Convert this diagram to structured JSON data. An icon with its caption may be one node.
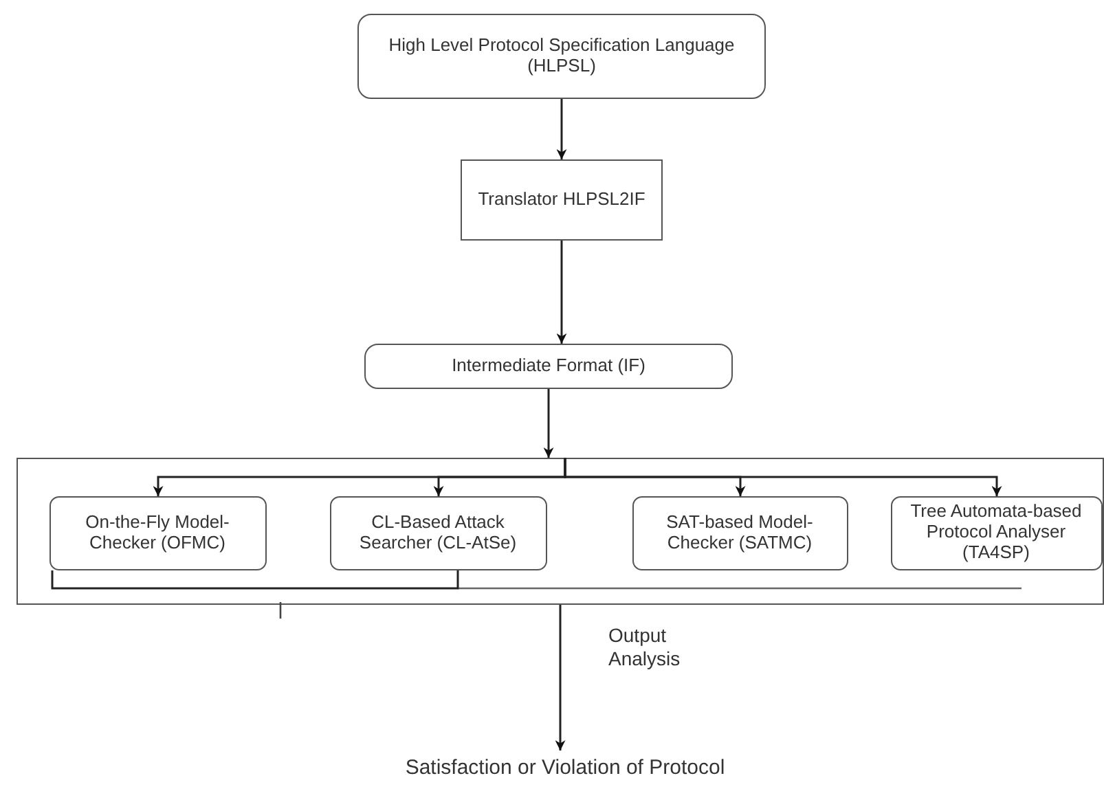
{
  "diagram": {
    "nodes": [
      {
        "text": [
          "High Level Protocol Specification Language (HLPSL)"
        ]
      },
      {
        "text": [
          "Translator HLPSL2IF"
        ]
      },
      {
        "text": [
          "Intermediate Format (IF)"
        ]
      },
      {
        "text": [],
        "shape": "box"
      },
      {
        "text": [
          "On-the-Fly Model-Checker (OFMC)"
        ],
        "in": 3
      },
      {
        "text": [
          "CL-Based Attack Searcher (CL-AtSe)"
        ],
        "in": 3
      },
      {
        "text": [
          "SAT-based Model-Checker (SATMC)"
        ],
        "in": 3
      },
      {
        "text": [
          "Tree Automata-based Protocol Analyser (TA4SP)"
        ],
        "in": 3
      },
      {
        "text": [
          "Satisfaction or Violation of Protocol"
        ]
      }
    ],
    "edges": [
      {
        "from": 0,
        "to": 1,
        "arrow": "to"
      },
      {
        "from": 1,
        "to": 2,
        "arrow": "to"
      },
      {
        "from": 2,
        "to": 3,
        "arrow": "to"
      },
      {
        "from": 3,
        "to": 4,
        "arrow": "to"
      },
      {
        "from": 3,
        "to": 5,
        "arrow": "to"
      },
      {
        "from": 3,
        "to": 6,
        "arrow": "to"
      },
      {
        "from": 3,
        "to": 7,
        "arrow": "to"
      },
      {
        "from": 3,
        "to": 8,
        "arrow": "to",
        "label": "Output Analysis"
      },
      {
        "from": 4,
        "to": 5,
        "arrow": "none"
      }
    ]
  }
}
